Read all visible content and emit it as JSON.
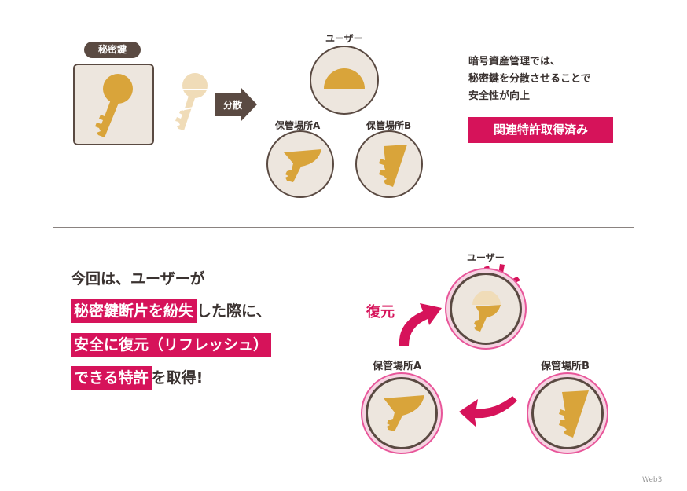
{
  "top": {
    "secret_key_badge": "秘密鍵",
    "split_label": "分散",
    "user_label": "ユーザー",
    "storage_a_label": "保管場所A",
    "storage_b_label": "保管場所B",
    "description_line1": "暗号資産管理では、",
    "description_line2": "秘密鍵を分散させることで",
    "description_line3": "安全性が向上",
    "patent_badge": "関連特許取得済み"
  },
  "bottom": {
    "line1": "今回は、ユーザーが",
    "line2_highlight": "秘密鍵断片を紛失",
    "line2_rest": "した際に、",
    "line3_highlight": "安全に復元（リフレッシュ）",
    "line4_highlight": "できる特許",
    "line4_rest": "を取得!",
    "user_label": "ユーザー",
    "storage_a_label": "保管場所A",
    "storage_b_label": "保管場所B",
    "restore_label": "復元"
  },
  "watermark": "Web3",
  "colors": {
    "accent": "#d6135a",
    "key_gold": "#d9a43a",
    "key_pale": "#f0dcb8",
    "frame_brown": "#5a4a42",
    "circle_fill": "#ede6de"
  }
}
